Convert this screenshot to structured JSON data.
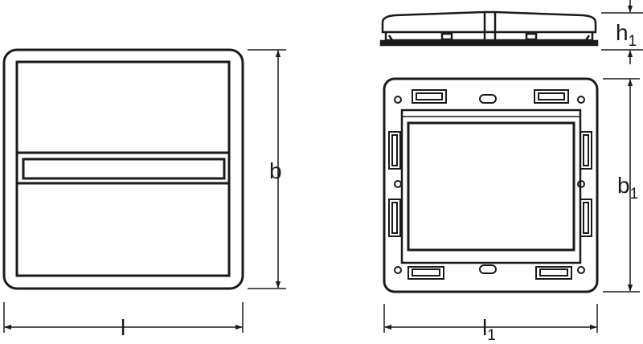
{
  "labels": {
    "width_front": "l",
    "height_front": "b",
    "width_back_main": "l",
    "width_back_sub": "1",
    "height_back_main": "b",
    "height_back_sub": "1",
    "depth_main": "h",
    "depth_sub": "1"
  }
}
